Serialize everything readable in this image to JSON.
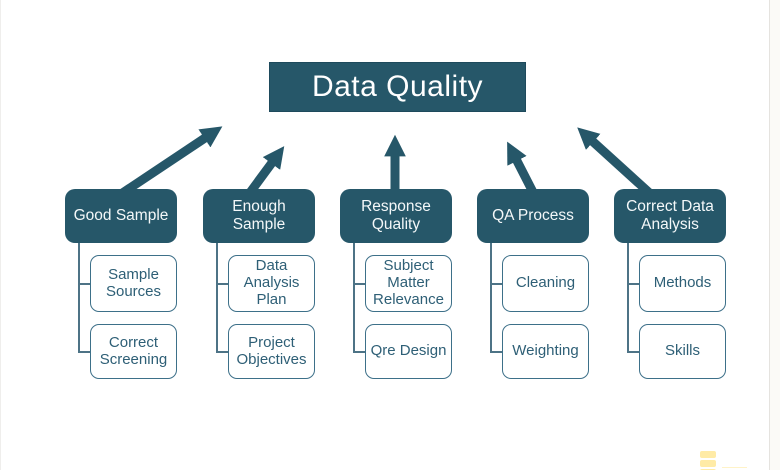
{
  "title": "Data Quality",
  "columns": [
    {
      "label": "Good Sample",
      "children": [
        "Sample\nSources",
        "Correct\nScreening"
      ]
    },
    {
      "label": "Enough\nSample",
      "children": [
        "Data\nAnalysis\nPlan",
        "Project\nObjectives"
      ]
    },
    {
      "label": "Response\nQuality",
      "children": [
        "Subject\nMatter\nRelevance",
        "Qre Design"
      ]
    },
    {
      "label": "QA Process",
      "children": [
        "Cleaning",
        "Weighting"
      ]
    },
    {
      "label": "Correct Data\nAnalysis",
      "children": [
        "Methods",
        "Skills"
      ]
    }
  ],
  "icons": {
    "arrows": "thick-up-arrow-icon",
    "logo": "three-bars-logo-icon"
  },
  "colors": {
    "node_fill": "#265769",
    "node_text": "#ffffff",
    "child_border": "#3d7089",
    "child_text": "#2e5f76",
    "connector": "#4d7386",
    "background": "#ffffff",
    "logo_yellow": "#ffeba6"
  }
}
